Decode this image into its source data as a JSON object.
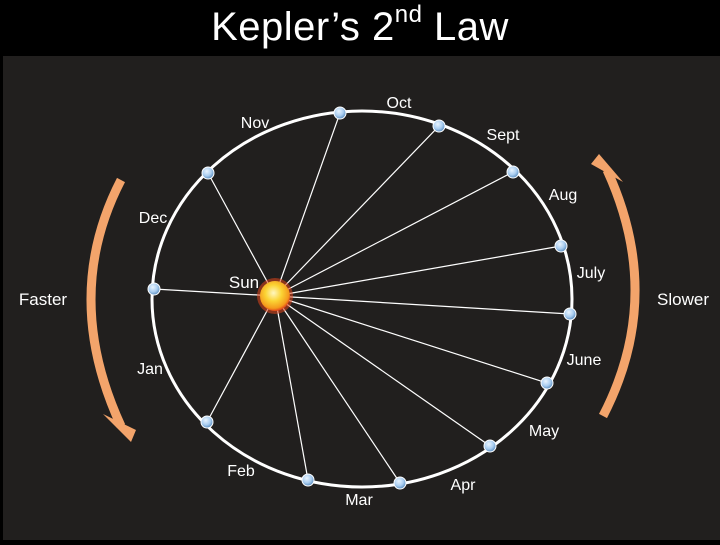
{
  "title": {
    "text": "Kepler’s 2",
    "superscript": "nd",
    "suffix": " Law"
  },
  "sun_label": "Sun",
  "months": [
    {
      "name": "Oct"
    },
    {
      "name": "Sept"
    },
    {
      "name": "Aug"
    },
    {
      "name": "July"
    },
    {
      "name": "June"
    },
    {
      "name": "May"
    },
    {
      "name": "Apr"
    },
    {
      "name": "Mar"
    },
    {
      "name": "Feb"
    },
    {
      "name": "Jan"
    },
    {
      "name": "Dec"
    },
    {
      "name": "Nov"
    }
  ],
  "arrows": {
    "left_label": "Faster",
    "right_label": "Slower"
  },
  "colors": {
    "background": "#211f1e",
    "title_bar": "#000000",
    "orbit": "#ffffff",
    "arrow": "#f3a46b",
    "planet": "#a9cdf0",
    "sun": "#fbd434"
  }
}
